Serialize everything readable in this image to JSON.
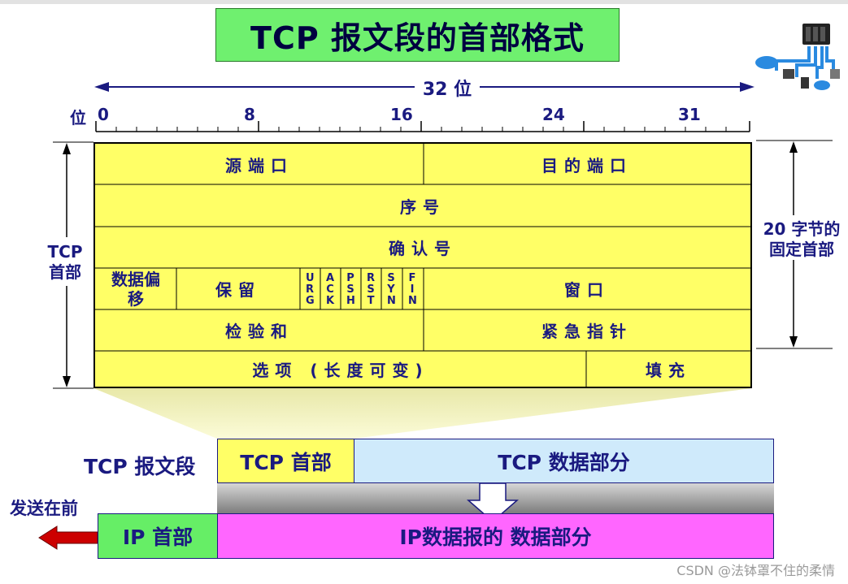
{
  "title": "TCP 报文段的首部格式",
  "ruler": {
    "width_label": "32 位",
    "bit_label": "位",
    "ticks": [
      "0",
      "8",
      "16",
      "24",
      "31"
    ]
  },
  "header_fields": {
    "src_port": "源端口",
    "dst_port": "目的端口",
    "seq": "序号",
    "ack": "确认号",
    "data_offset": "数据偏移",
    "reserved": "保留",
    "flags": [
      "URG",
      "ACK",
      "PSH",
      "RST",
      "SYN",
      "FIN"
    ],
    "window": "窗口",
    "checksum": "检验和",
    "urgent": "紧急指针",
    "options": "选项 (长度可变)",
    "padding": "填充"
  },
  "left_label": "TCP 首部",
  "right_label": "20 字节的固定首部",
  "segment_row": {
    "label": "TCP 报文段",
    "header": "TCP 首部",
    "data": "TCP 数据部分"
  },
  "ip_row": {
    "send_first": "发送在前",
    "header": "IP 首部",
    "data": "IP数据报的 数据部分"
  },
  "watermark": "CSDN @法钵罩不住的柔情",
  "colors": {
    "title_bg": "#6ff06f",
    "header_bg": "#ffff66",
    "tcp_data_bg": "#cfeafb",
    "ip_header_bg": "#66ee66",
    "ip_data_bg": "#ff66ff",
    "arrow_red": "#cc0000",
    "text_navy": "#1a1a80"
  }
}
